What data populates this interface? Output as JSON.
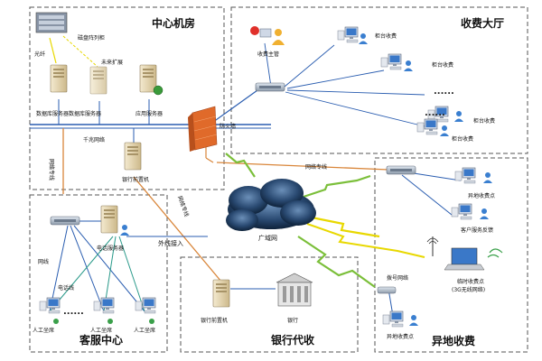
{
  "zones": {
    "datacenter": "中心机房",
    "hall": "收费大厅",
    "callcenter": "客服中心",
    "bank": "银行代收",
    "remote": "异地收费"
  },
  "datacenter": {
    "storage": "磁盘阵列柜",
    "fiber": "光纤",
    "future": "未来扩展",
    "db_servers": "数据库服务器数据库服务器",
    "app_server": "应用服务器",
    "firewall": "防火墙",
    "gigabit": "千兆网络",
    "bank_front": "银行前置机"
  },
  "hall": {
    "supervisor": "收费主管",
    "counters": [
      "柜台收费",
      "柜台收费",
      "柜台收费",
      "柜台收费"
    ],
    "ellipsis": "......"
  },
  "links": {
    "dedicated_top": "网络专线",
    "dedicated_left": "网络专线",
    "dedicated_mid": "网络专线",
    "external": "外线接入",
    "dialup": "拨号网络",
    "network": "网线",
    "phone_line": "电话线"
  },
  "wan": "广域网",
  "callcenter": {
    "phone_server": "电话服务器",
    "agents": [
      "人工坐席",
      "人工坐席",
      "人工坐席"
    ],
    "ellipsis": "......"
  },
  "bank": {
    "front_server": "银行前置机",
    "bank": "银行"
  },
  "remote": {
    "remote_point": "异地收费点",
    "service_feedback": "客户服务反馈",
    "temp_point": "临时收费点",
    "wireless_note": "(3G无线网络)",
    "remote_point2": "异地收费点"
  },
  "colors": {
    "zone_border": "#555555",
    "blue_line": "#2a5db0",
    "orange_line": "#d9863a",
    "green_line": "#7bbf3a",
    "yellow_line": "#e8d800",
    "cloud": "#1c3a5c",
    "firewall": "#e06a2a",
    "switch": "#9aa8b8",
    "server": "#e8d9b0"
  }
}
